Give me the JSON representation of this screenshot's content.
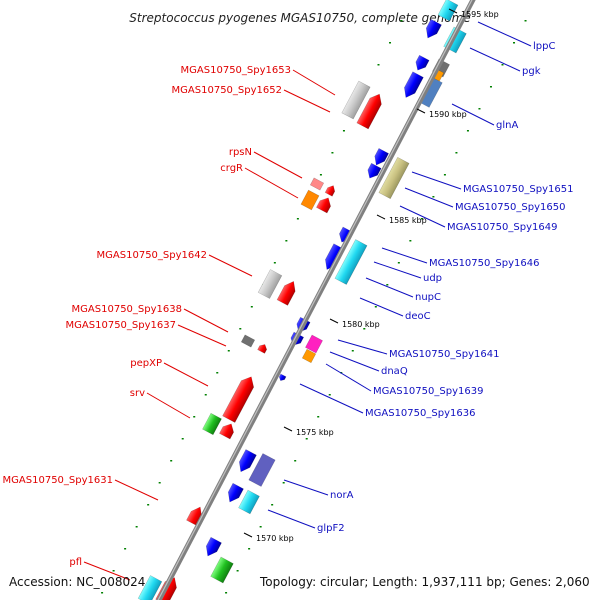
{
  "title": "Streptococcus pyogenes MGAS10750, complete genome",
  "footer": {
    "accession": "Accession: NC_008024",
    "summary": "Topology: circular; Length: 1,937,111 bp; Genes: 2,060"
  },
  "ticks": [
    "1595 kbp",
    "1590 kbp",
    "1585 kbp",
    "1580 kbp",
    "1575 kbp",
    "1570 kbp"
  ],
  "left_genes": [
    "MGAS10750_Spy1653",
    "MGAS10750_Spy1652",
    "rpsN",
    "crgR",
    "MGAS10750_Spy1642",
    "MGAS10750_Spy1638",
    "MGAS10750_Spy1637",
    "pepXP",
    "srv",
    "MGAS10750_Spy1631",
    "pfl"
  ],
  "right_genes": [
    "lppC",
    "pgk",
    "glnA",
    "MGAS10750_Spy1651",
    "MGAS10750_Spy1650",
    "MGAS10750_Spy1649",
    "MGAS10750_Spy1646",
    "udp",
    "nupC",
    "deoC",
    "MGAS10750_Spy1641",
    "dnaQ",
    "MGAS10750_Spy1639",
    "MGAS10750_Spy1636",
    "norA",
    "glpF2"
  ],
  "colors": {
    "backbone": "#808080",
    "left_label": "#e00000",
    "right_label": "#1010c0",
    "left_gene": "#ff0000",
    "right_gene": "#0000ff",
    "tick_mark": "#008000"
  }
}
